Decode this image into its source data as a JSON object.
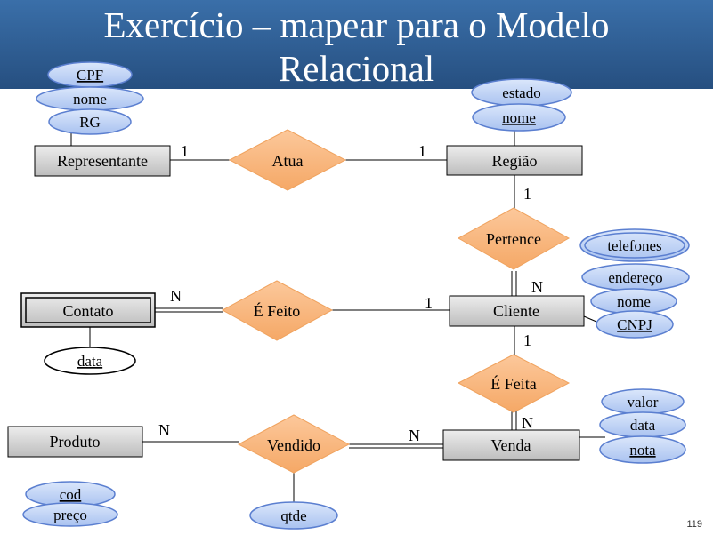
{
  "title": {
    "line1": "Exercício – mapear para o Modelo",
    "line2": "Relacional"
  },
  "entities": {
    "representante": "Representante",
    "regiao": "Região",
    "contato": "Contato",
    "cliente": "Cliente",
    "produto": "Produto",
    "venda": "Venda"
  },
  "relationships": {
    "atua": "Atua",
    "pertence": "Pertence",
    "e_feito": "É Feito",
    "e_feita": "É Feita",
    "vendido": "Vendido"
  },
  "attributes": {
    "representante": [
      "CPF",
      "nome",
      "RG"
    ],
    "regiao": [
      "estado",
      "nome"
    ],
    "cliente": [
      "telefones",
      "endereço",
      "nome",
      "CNPJ"
    ],
    "contato": [
      "data"
    ],
    "venda": [
      "valor",
      "data",
      "nota"
    ],
    "produto": [
      "cod",
      "preço"
    ],
    "vendido": [
      "qtde"
    ]
  },
  "cardinalities": {
    "representante_atua": "1",
    "atua_regiao": "1",
    "regiao_pertence": "1",
    "pertence_cliente": "N",
    "contato_efeito": "N",
    "efeito_cliente": "1",
    "cliente_efeita": "1",
    "efeita_venda": "N",
    "produto_vendido": "N",
    "vendido_venda": "N"
  },
  "colors": {
    "header": "#2e5f98",
    "attribute_fill": "#b7cdf5",
    "attribute_stroke": "#5b7fd0",
    "relationship_fill": "#f8b57c",
    "entity_fill": "#d9d9d9"
  },
  "slide_number": "119"
}
